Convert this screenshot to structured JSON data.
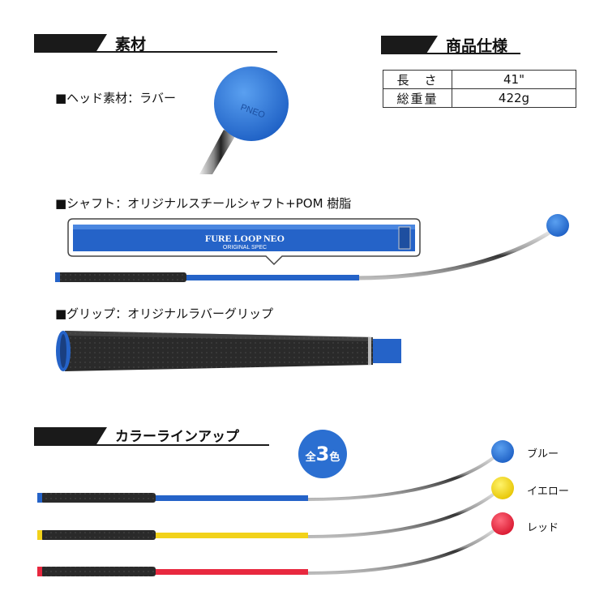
{
  "material": {
    "header": "素材",
    "head_label": "■ヘッド素材：ラバー",
    "head_ball_text": "PNEO",
    "shaft_label": "■シャフト：オリジナルスチールシャフト+POM 樹脂",
    "shaft_brand": "FURE LOOP NEO",
    "shaft_sub": "ORIGINAL SPEC",
    "grip_label": "■グリップ：オリジナルラバーグリップ"
  },
  "spec": {
    "header": "商品仕様",
    "rows": [
      {
        "key": "長　さ",
        "value": "41\""
      },
      {
        "key": "総重量",
        "value": "422g"
      }
    ]
  },
  "lineup": {
    "header": "カラーラインアップ",
    "badge_prefix": "全",
    "badge_number": "3",
    "badge_suffix": "色",
    "colors": [
      {
        "name": "ブルー",
        "hex": "#2b6fd1"
      },
      {
        "name": "イエロー",
        "hex": "#f2d21a"
      },
      {
        "name": "レッド",
        "hex": "#e8283f"
      }
    ]
  }
}
